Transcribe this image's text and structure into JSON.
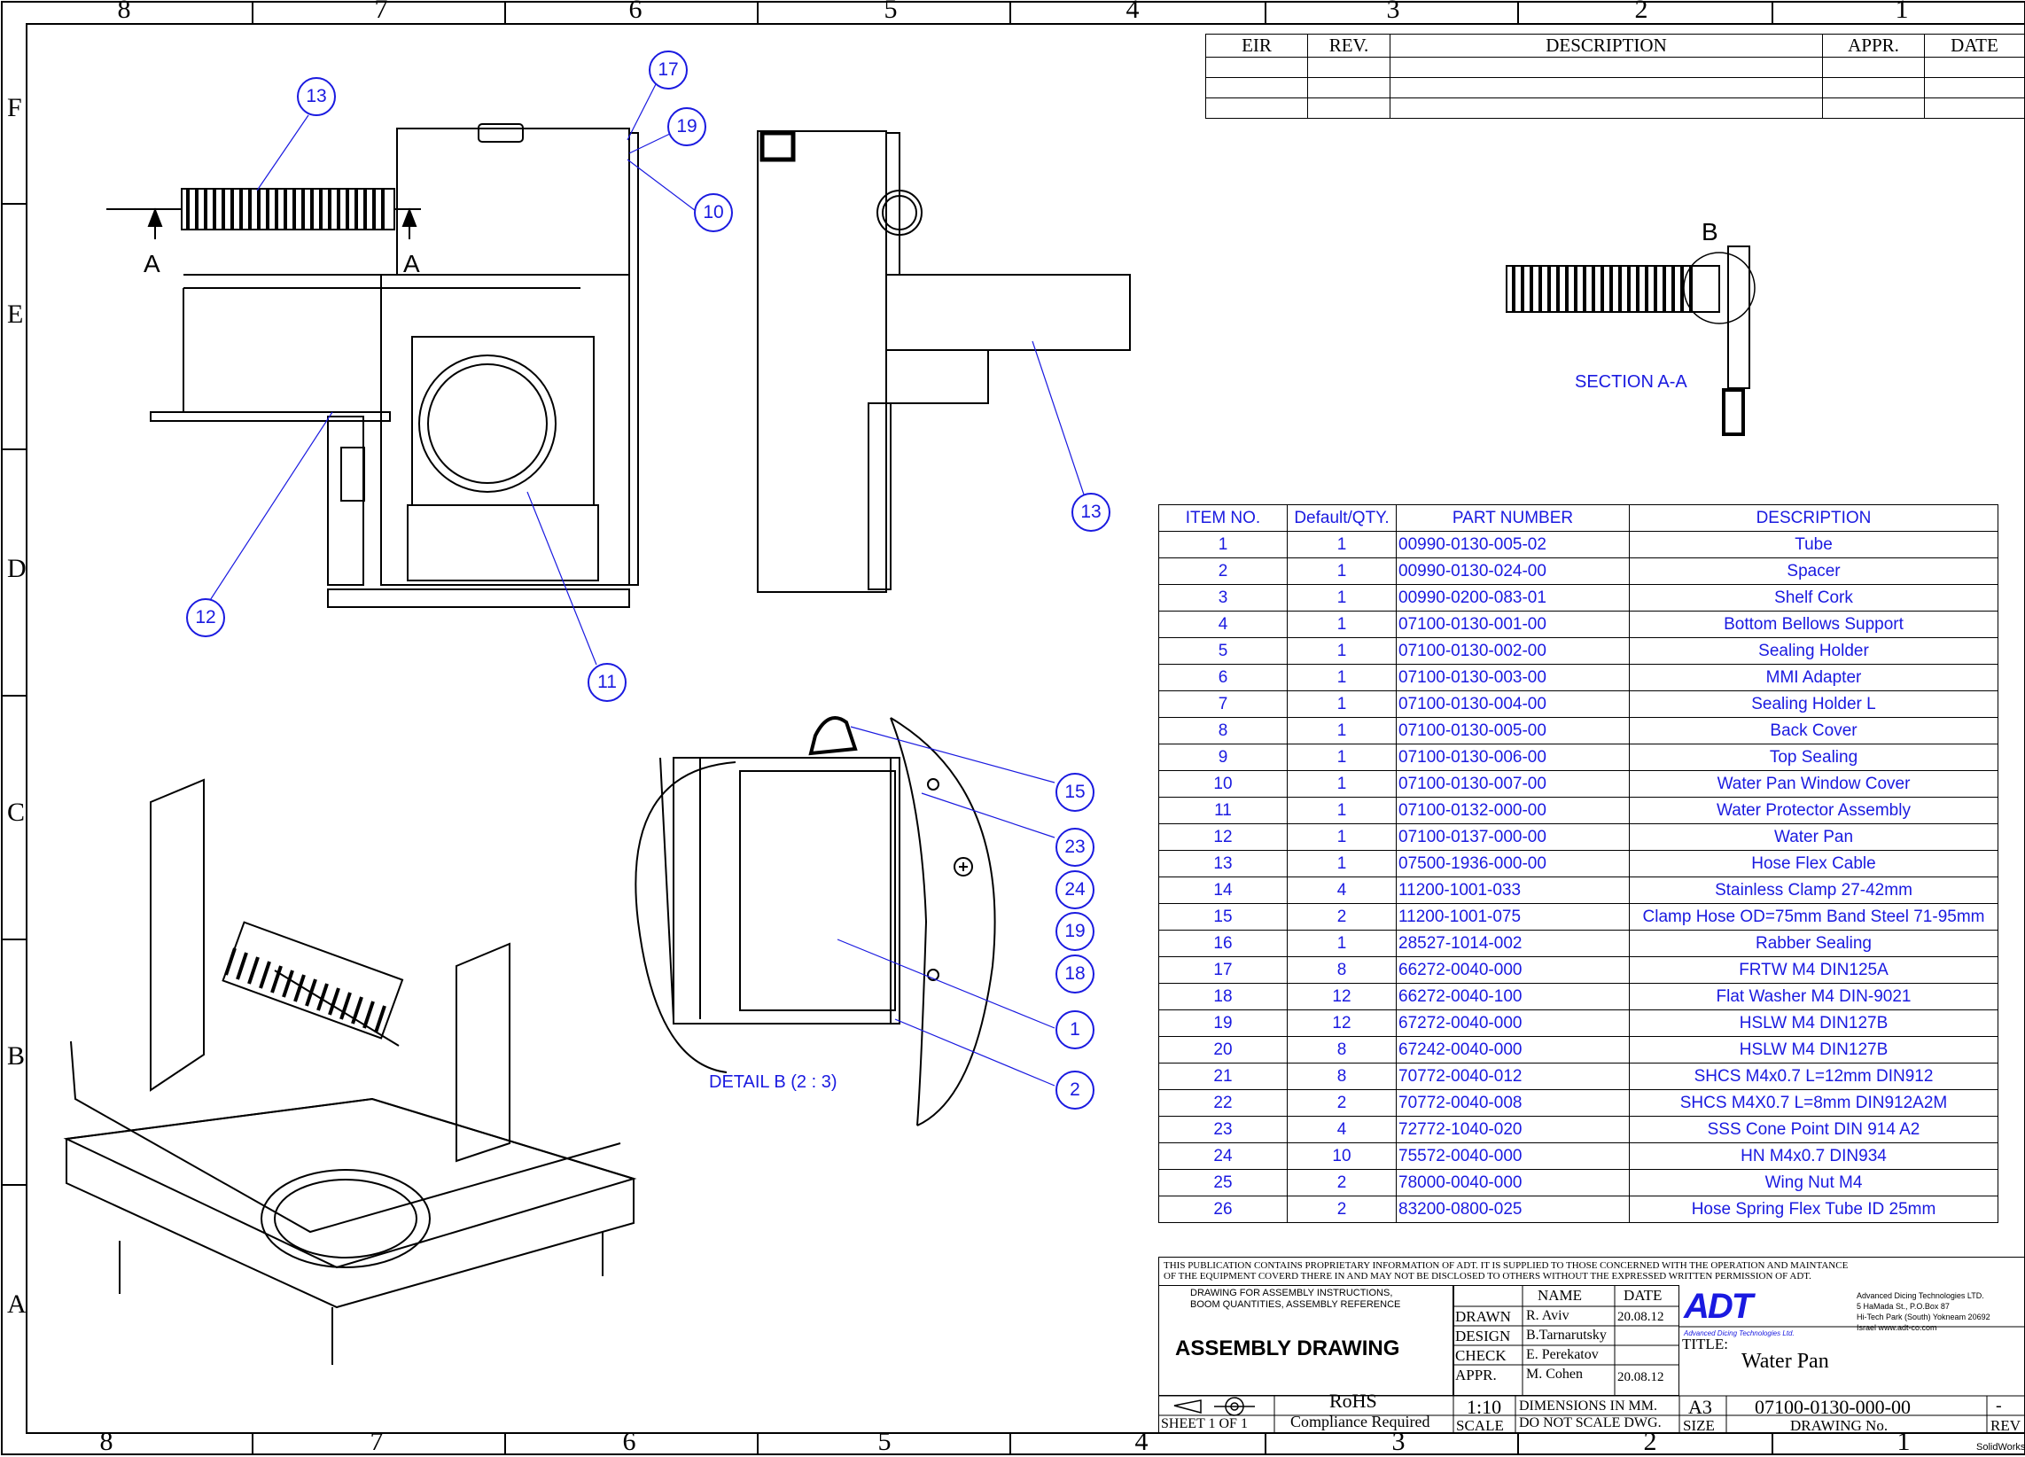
{
  "zones": {
    "top_numbers": [
      "8",
      "7",
      "6",
      "5",
      "4",
      "3",
      "2",
      "1"
    ],
    "bottom_numbers": [
      "8",
      "7",
      "6",
      "5",
      "4",
      "3",
      "2",
      "1"
    ],
    "letters": [
      "F",
      "E",
      "D",
      "C",
      "B",
      "A"
    ]
  },
  "revision_table": {
    "headers": [
      "EIR",
      "REV.",
      "DESCRIPTION",
      "APPR.",
      "DATE"
    ]
  },
  "callouts": {
    "c13a": "13",
    "c17": "17",
    "c19a": "19",
    "c10": "10",
    "c12": "12",
    "c11": "11",
    "c13b": "13",
    "c15": "15",
    "c23": "23",
    "c24": "24",
    "c19b": "19",
    "c18": "18",
    "c1": "1",
    "c2": "2"
  },
  "section_labels": {
    "a_left": "A",
    "a_right": "A",
    "b": "B"
  },
  "section_aa_label": "SECTION A-A",
  "detail_b_label": "DETAIL B  (2 : 3)",
  "bom": {
    "headers": [
      "ITEM NO.",
      "Default/QTY.",
      "PART NUMBER",
      "DESCRIPTION"
    ],
    "rows": [
      [
        "1",
        "1",
        "00990-0130-005-02",
        "Tube"
      ],
      [
        "2",
        "1",
        "00990-0130-024-00",
        "Spacer"
      ],
      [
        "3",
        "1",
        "00990-0200-083-01",
        "Shelf Cork"
      ],
      [
        "4",
        "1",
        "07100-0130-001-00",
        "Bottom Bellows Support"
      ],
      [
        "5",
        "1",
        "07100-0130-002-00",
        "Sealing Holder"
      ],
      [
        "6",
        "1",
        "07100-0130-003-00",
        "MMI Adapter"
      ],
      [
        "7",
        "1",
        "07100-0130-004-00",
        "Sealing Holder L"
      ],
      [
        "8",
        "1",
        "07100-0130-005-00",
        "Back Cover"
      ],
      [
        "9",
        "1",
        "07100-0130-006-00",
        "Top Sealing"
      ],
      [
        "10",
        "1",
        "07100-0130-007-00",
        "Water Pan Window Cover"
      ],
      [
        "11",
        "1",
        "07100-0132-000-00",
        "Water Protector Assembly"
      ],
      [
        "12",
        "1",
        "07100-0137-000-00",
        "Water Pan"
      ],
      [
        "13",
        "1",
        "07500-1936-000-00",
        "Hose Flex Cable"
      ],
      [
        "14",
        "4",
        "11200-1001-033",
        "Stainless Clamp 27-42mm"
      ],
      [
        "15",
        "2",
        "11200-1001-075",
        "Clamp Hose OD=75mm Band Steel 71-95mm"
      ],
      [
        "16",
        "1",
        "28527-1014-002",
        "Rabber Sealing"
      ],
      [
        "17",
        "8",
        "66272-0040-000",
        "FRTW M4 DIN125A"
      ],
      [
        "18",
        "12",
        "66272-0040-100",
        "Flat Washer M4 DIN-9021"
      ],
      [
        "19",
        "12",
        "67272-0040-000",
        "HSLW M4  DIN127B"
      ],
      [
        "20",
        "8",
        "67242-0040-000",
        "HSLW M4 DIN127B"
      ],
      [
        "21",
        "8",
        "70772-0040-012",
        "SHCS M4x0.7 L=12mm DIN912"
      ],
      [
        "22",
        "2",
        "70772-0040-008",
        "SHCS M4X0.7 L=8mm DIN912A2M"
      ],
      [
        "23",
        "4",
        "72772-1040-020",
        "SSS Cone Point DIN 914 A2"
      ],
      [
        "24",
        "10",
        "75572-0040-000",
        "HN M4x0.7 DIN934"
      ],
      [
        "25",
        "2",
        "78000-0040-000",
        "Wing Nut M4"
      ],
      [
        "26",
        "2",
        "83200-0800-025",
        "Hose Spring Flex Tube ID 25mm"
      ]
    ]
  },
  "title_block": {
    "notice_line1": "THIS PUBLICATION CONTAINS PROPRIETARY INFORMATION OF ADT. IT IS SUPPLIED TO THOSE CONCERNED WITH THE OPERATION AND MAINTANCE",
    "notice_line2": "OF THE EQUIPMENT COVERD THERE IN AND MAY NOT BE DISCLOSED TO OTHERS WITHOUT THE EXPRESSED WRITTEN PERMISSION OF ADT.",
    "purpose_line1": "DRAWING FOR ASSEMBLY INSTRUCTIONS,",
    "purpose_line2": "BOOM QUANTITIES, ASSEMBLY REFERENCE",
    "drawing_kind": "ASSEMBLY DRAWING",
    "name_header": "NAME",
    "date_header": "DATE",
    "roles": [
      "DRAWN",
      "DESIGN",
      "CHECK",
      "APPR."
    ],
    "names": [
      "R. Aviv",
      "B.Tarnarutsky",
      "E. Perekatov",
      "M. Cohen"
    ],
    "dates": [
      "20.08.12",
      "",
      "",
      "20.08.12"
    ],
    "logo": "ADT",
    "logo_sub": "Advanced Dicing Technologies Ltd.",
    "company": [
      "Advanced Dicing Technologies LTD.",
      "5 HaMada St., P.O.Box 87",
      "Hi-Tech Park (South) Yokneam 20692",
      "Israel          www.adt-co.com"
    ],
    "title_label": "TITLE:",
    "title": "Water Pan",
    "sheet": "SHEET 1 OF  1",
    "rohs": "RoHS",
    "rohs_sub": "Compliance Required",
    "scale": "1:10",
    "scale_label": "SCALE",
    "dims1": "DIMENSIONS IN MM.",
    "dims2": "DO NOT SCALE DWG.",
    "size": "A3",
    "size_label": "SIZE",
    "drawing_no": "07100-0130-000-00",
    "drawing_no_label": "DRAWING No.",
    "rev": "-",
    "rev_label": "REV",
    "software": "SolidWorks"
  }
}
